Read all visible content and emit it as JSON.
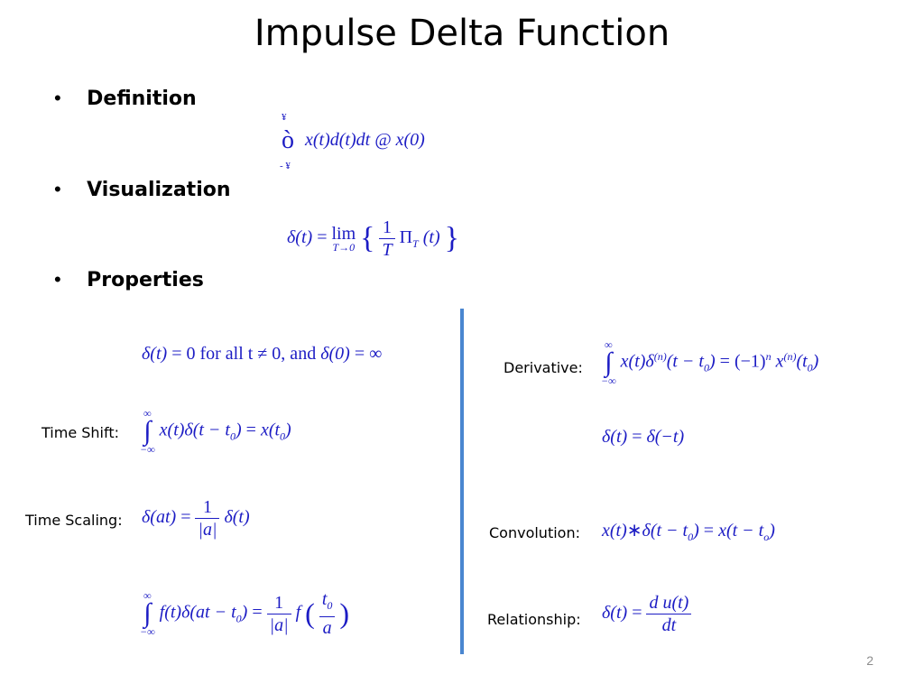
{
  "title": "Impulse Delta Function",
  "bullets": [
    "Definition",
    "Visualization",
    "Properties"
  ],
  "bullet_char": "•",
  "labels": {
    "time_shift": "Time Shift:",
    "time_scaling": "Time Scaling:",
    "derivative": "Derivative:",
    "convolution": "Convolution:",
    "relationship": "Relationship:"
  },
  "definition_eq": {
    "upper": "¥",
    "lower": "- ¥",
    "symbol": "ò",
    "body": "x(t)d(t)dt  @ x(0)"
  },
  "page_number": "2"
}
